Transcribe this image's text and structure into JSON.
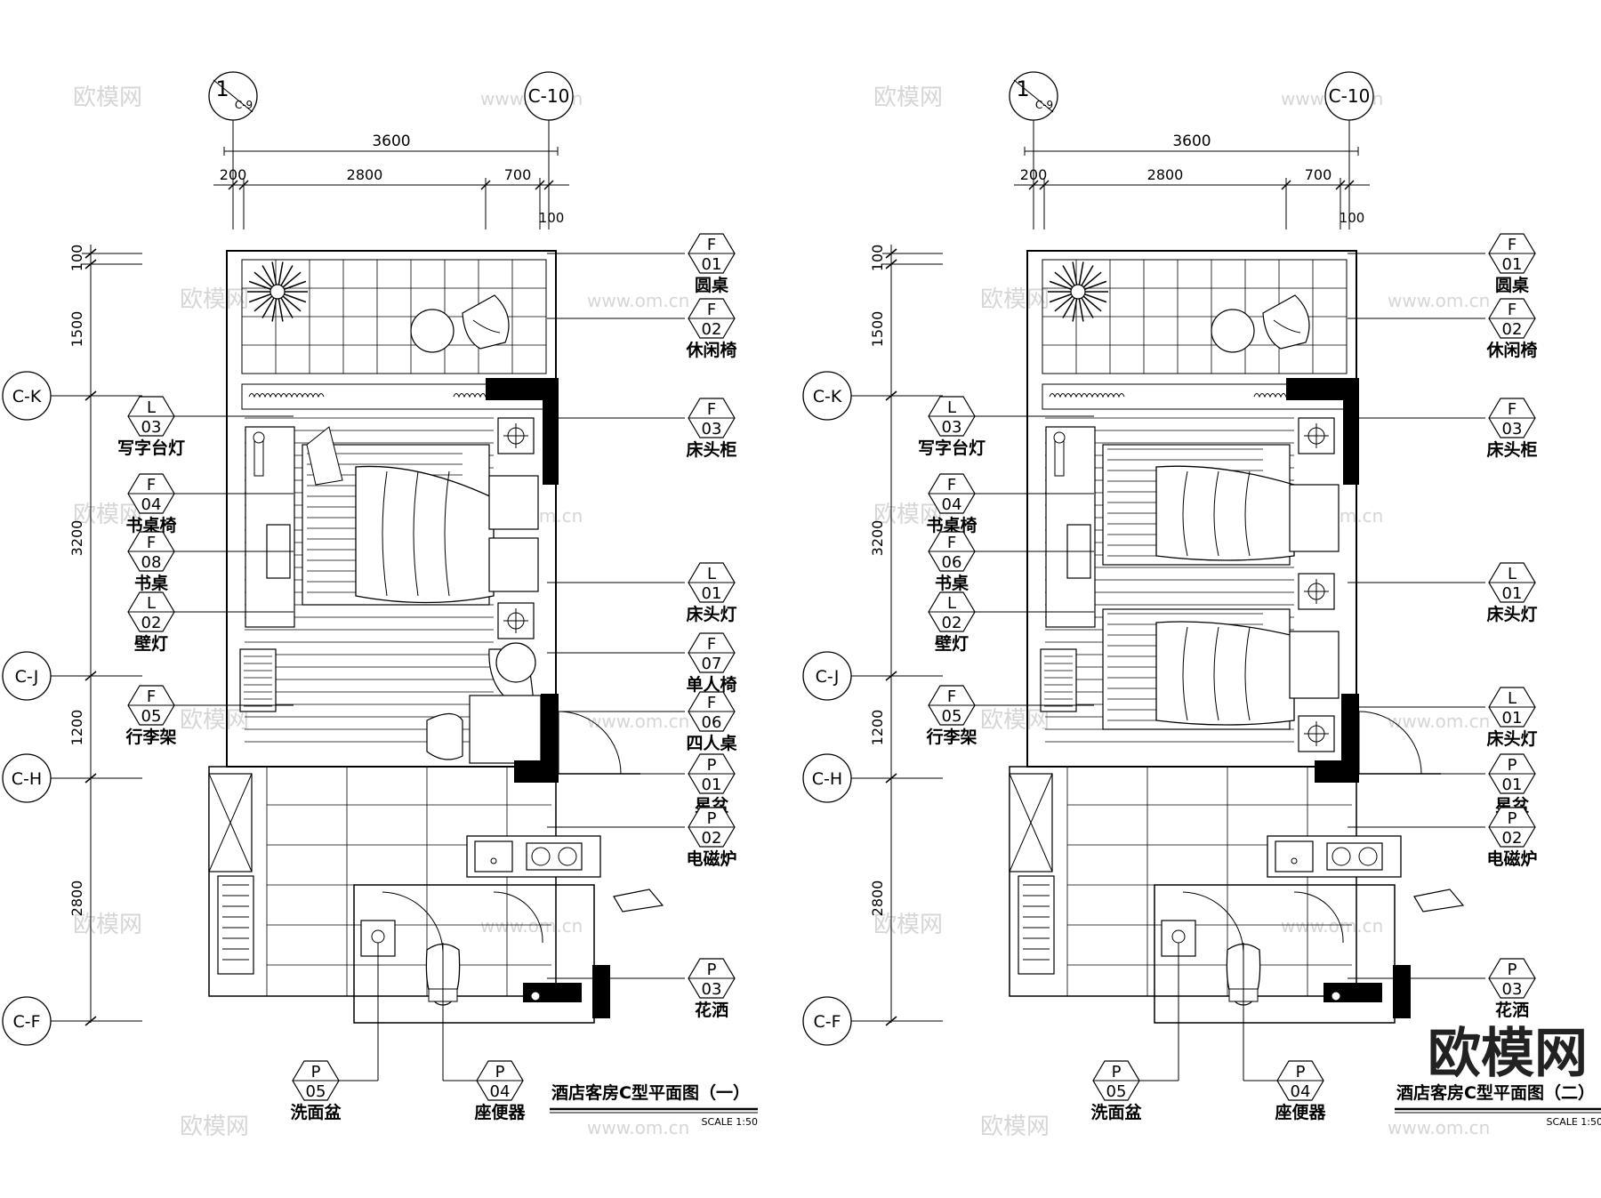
{
  "watermark": {
    "brand": "欧模网",
    "site": "www.om.cn",
    "site_short": "om.cn"
  },
  "axes": {
    "vertical": [
      {
        "ref": "1",
        "sheet": "C-9"
      },
      {
        "label": "C-10"
      }
    ],
    "horizontal": [
      "C-K",
      "C-J",
      "C-H",
      "C-F"
    ]
  },
  "dimensions": {
    "overall": "3600",
    "segments": [
      "200",
      "2800",
      "700",
      "100"
    ],
    "vertical": [
      "100",
      "1500",
      "3200",
      "1200",
      "2800"
    ]
  },
  "plans": [
    {
      "title": "酒店客房C型平面图（一）",
      "scale": "SCALE 1:50",
      "right_tags": [
        {
          "cat": "F",
          "num": "01",
          "name": "圆桌"
        },
        {
          "cat": "F",
          "num": "02",
          "name": "休闲椅"
        },
        {
          "cat": "F",
          "num": "03",
          "name": "床头柜"
        },
        {
          "cat": "L",
          "num": "01",
          "name": "床头灯"
        },
        {
          "cat": "F",
          "num": "07",
          "name": "单人椅"
        },
        {
          "cat": "F",
          "num": "06",
          "name": "四人桌"
        },
        {
          "cat": "P",
          "num": "01",
          "name": "星盆"
        },
        {
          "cat": "P",
          "num": "02",
          "name": "电磁炉"
        },
        {
          "cat": "P",
          "num": "03",
          "name": "花洒"
        }
      ],
      "left_tags": [
        {
          "cat": "L",
          "num": "03",
          "name": "写字台灯"
        },
        {
          "cat": "F",
          "num": "04",
          "name": "书桌椅"
        },
        {
          "cat": "F",
          "num": "08",
          "name": "书桌"
        },
        {
          "cat": "L",
          "num": "02",
          "name": "壁灯"
        },
        {
          "cat": "F",
          "num": "05",
          "name": "行李架"
        }
      ],
      "bottom_tags": [
        {
          "cat": "P",
          "num": "05",
          "name": "洗面盆"
        },
        {
          "cat": "P",
          "num": "04",
          "name": "座便器"
        }
      ]
    },
    {
      "title": "酒店客房C型平面图（二）",
      "scale": "SCALE 1:50",
      "right_tags": [
        {
          "cat": "F",
          "num": "01",
          "name": "圆桌"
        },
        {
          "cat": "F",
          "num": "02",
          "name": "休闲椅"
        },
        {
          "cat": "F",
          "num": "03",
          "name": "床头柜"
        },
        {
          "cat": "L",
          "num": "01",
          "name": "床头灯"
        },
        {
          "cat": "L",
          "num": "01",
          "name": "床头灯"
        },
        {
          "cat": "P",
          "num": "01",
          "name": "星盆"
        },
        {
          "cat": "P",
          "num": "02",
          "name": "电磁炉"
        },
        {
          "cat": "P",
          "num": "03",
          "name": "花洒"
        }
      ],
      "left_tags": [
        {
          "cat": "L",
          "num": "03",
          "name": "写字台灯"
        },
        {
          "cat": "F",
          "num": "04",
          "name": "书桌椅"
        },
        {
          "cat": "F",
          "num": "06",
          "name": "书桌"
        },
        {
          "cat": "L",
          "num": "02",
          "name": "壁灯"
        },
        {
          "cat": "F",
          "num": "05",
          "name": "行李架"
        }
      ],
      "bottom_tags": [
        {
          "cat": "P",
          "num": "05",
          "name": "洗面盆"
        },
        {
          "cat": "P",
          "num": "04",
          "name": "座便器"
        }
      ]
    }
  ],
  "stamp": "欧模网"
}
